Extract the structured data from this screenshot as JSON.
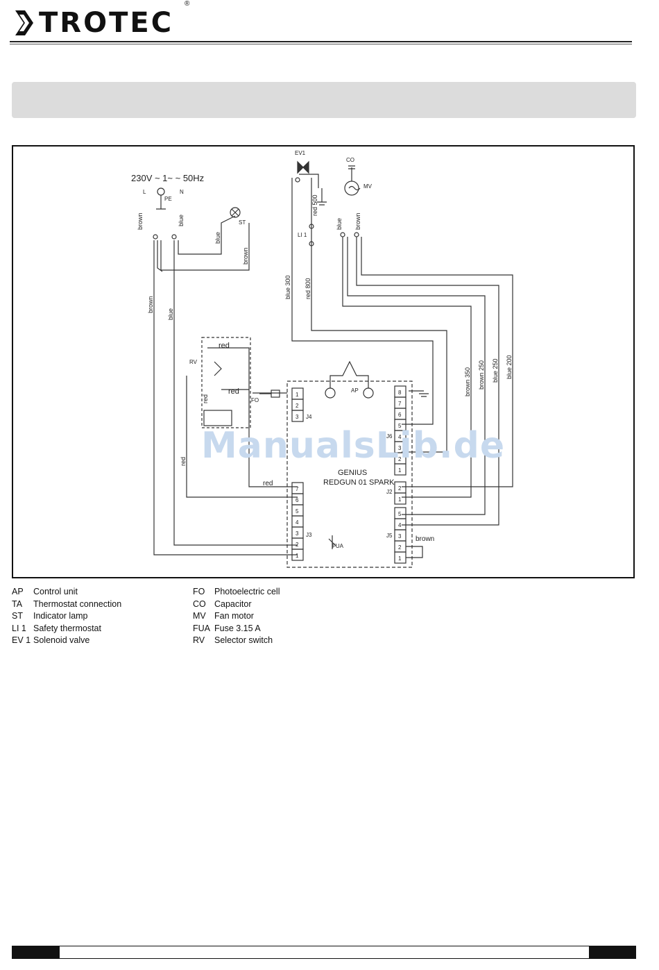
{
  "brand": {
    "name": "TROTEC",
    "registered": "®"
  },
  "diagram": {
    "supply_label": "230V ~ 1~ ~ 50Hz",
    "L": "L",
    "N": "N",
    "PE": "PE",
    "EV1": "EV1",
    "LI1": "LI 1",
    "MV": "MV",
    "CO": "CO",
    "ST": "ST",
    "RV": "RV",
    "FO": "FO",
    "AP": "AP",
    "FUA": "FUA",
    "control_unit_line1": "GENIUS",
    "control_unit_line2": "REDGUN 01 SPARK",
    "wires": {
      "brown": "brown",
      "blue": "blue",
      "red": "red",
      "blue_300": "blue 300",
      "red_500": "red 500",
      "red_800": "red 800",
      "brown_350": "brown 350",
      "brown_250": "brown 250",
      "blue_250": "blue 250",
      "blue_200": "blue 200"
    },
    "terminals_left_top": [
      "1",
      "2",
      "3"
    ],
    "terminals_left_bottom": [
      "7",
      "6",
      "5",
      "4",
      "3",
      "2",
      "1"
    ],
    "terminals_right_top": [
      "8",
      "7",
      "6",
      "5",
      "4",
      "3",
      "2",
      "1"
    ],
    "terminals_right_mid": [
      "2",
      "1"
    ],
    "terminals_right_bottom": [
      "5",
      "4",
      "3",
      "2",
      "1"
    ],
    "connector_labels": [
      "J4",
      "J3",
      "J6",
      "J2",
      "J5"
    ]
  },
  "watermark": "ManualsLib.de",
  "legend_left": [
    {
      "code": "AP",
      "text": "Control unit"
    },
    {
      "code": "TA",
      "text": "Thermostat connection"
    },
    {
      "code": "ST",
      "text": "Indicator lamp"
    },
    {
      "code": "LI 1",
      "text": "Safety thermostat"
    },
    {
      "code": "EV 1",
      "text": "Solenoid valve"
    }
  ],
  "legend_right": [
    {
      "code": "FO",
      "text": "Photoelectric cell"
    },
    {
      "code": "CO",
      "text": "Capacitor"
    },
    {
      "code": "MV",
      "text": "Fan motor"
    },
    {
      "code": "FUA",
      "text": "Fuse 3.15 A"
    },
    {
      "code": "RV",
      "text": "Selector switch"
    }
  ]
}
